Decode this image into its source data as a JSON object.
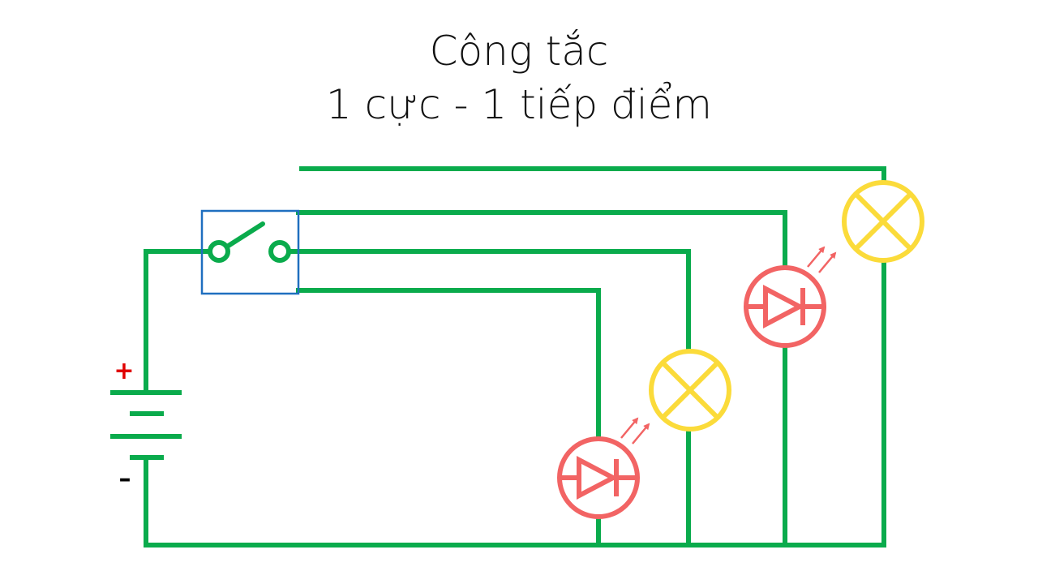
{
  "title": {
    "line1": "Công tắc",
    "line2": "1 cực - 1 tiếp điểm"
  },
  "battery": {
    "plus_label": "+",
    "minus_label": "–"
  },
  "colors": {
    "wire": "#0aab4c",
    "switch_box": "#1f6fbf",
    "led": "#f26464",
    "lamp": "#fbdb3a",
    "plus": "#e00000",
    "minus": "#000000"
  },
  "components": [
    {
      "name": "switch-spst",
      "icon": "switch-icon"
    },
    {
      "name": "battery",
      "icon": "battery-icon"
    },
    {
      "name": "led-1",
      "icon": "led-icon"
    },
    {
      "name": "lamp-1",
      "icon": "lamp-icon"
    },
    {
      "name": "led-2",
      "icon": "led-icon"
    },
    {
      "name": "lamp-2",
      "icon": "lamp-icon"
    }
  ]
}
